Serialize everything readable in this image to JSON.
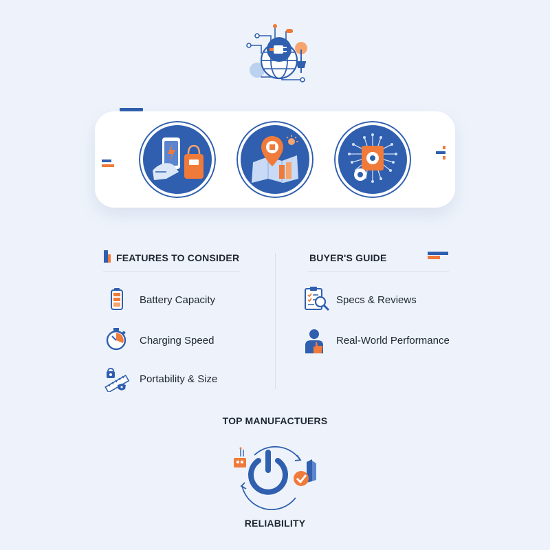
{
  "colors": {
    "background": "#eef3fb",
    "primary_blue": "#2f5fae",
    "accent_orange": "#f07a3a",
    "text_dark": "#1f2633"
  },
  "hero": {
    "icon": "globe-plug-network-icon"
  },
  "card": {
    "icons": [
      "smartphone-powerbank-icon",
      "map-location-pin-icon",
      "chip-gear-icon"
    ]
  },
  "features": {
    "title": "FEATURES TO CONSIDER",
    "items": [
      {
        "label": "Battery Capacity",
        "icon": "battery-icon"
      },
      {
        "label": "Charging Speed",
        "icon": "stopwatch-icon"
      },
      {
        "label": "Portability & Size",
        "icon": "ruler-lock-icon"
      }
    ]
  },
  "guide": {
    "title": "BUYER'S GUIDE",
    "items": [
      {
        "label": "Specs & Reviews",
        "icon": "clipboard-magnifier-icon"
      },
      {
        "label": "Real-World Performance",
        "icon": "person-thumbs-up-icon"
      }
    ]
  },
  "manufacturers": {
    "title": "TOP MANUFACTUERS",
    "icon": "power-cycle-check-icon"
  },
  "reliability": {
    "title": "RELIABILITY"
  }
}
